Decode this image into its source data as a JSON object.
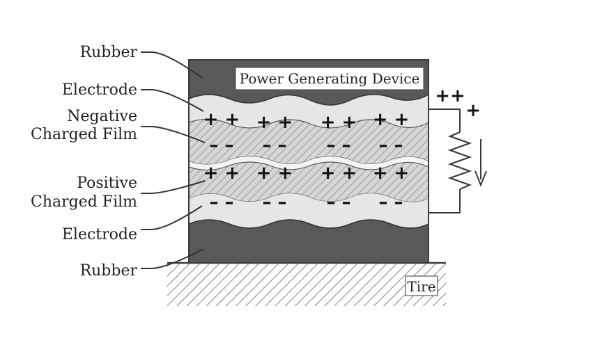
{
  "title": "Power Generating Device",
  "ground_label": "Tire",
  "labels": {
    "rubber_top": "Rubber",
    "electrode_top": "Electrode",
    "negative_film_1": "Negative",
    "negative_film_2": "Charged Film",
    "positive_film_1": "Positive",
    "positive_film_2": "Charged Film",
    "electrode_bottom": "Electrode",
    "rubber_bottom": "Rubber"
  },
  "charges": {
    "plus": "+",
    "minus": "–",
    "plus_pair": "+ +",
    "minus_pair": "– –",
    "circuit_plus_pair": "++",
    "circuit_plus": "+"
  },
  "colors": {
    "rubber": "#595959",
    "electrode": "#e6e6e6",
    "film": "#c8c8c8",
    "ground_hatch": "#8c8c8c",
    "outline": "#3a3a3a"
  }
}
